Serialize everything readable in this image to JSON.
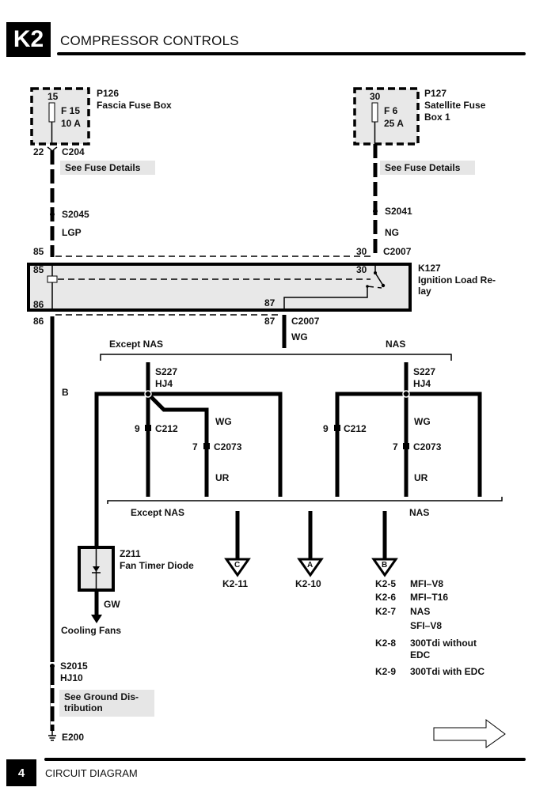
{
  "header": {
    "section_code": "K2",
    "title": "COMPRESSOR CONTROLS"
  },
  "footer": {
    "page_number": "4",
    "title": "CIRCUIT DIAGRAM"
  },
  "fuse_left": {
    "component_id": "P126",
    "component_name": "Fascia Fuse Box",
    "pin": "15",
    "fuse": "F 15",
    "rating": "10 A",
    "connector_pin": "22",
    "connector": "C204",
    "note": "See Fuse Details",
    "splice": "S2045",
    "wire_color": "LGP"
  },
  "fuse_right": {
    "component_id": "P127",
    "component_name_line1": "Satellite Fuse",
    "component_name_line2": "Box 1",
    "pin": "30",
    "fuse": "F 6",
    "rating": "25 A",
    "note": "See Fuse Details",
    "splice": "S2041",
    "wire_color": "NG"
  },
  "relay": {
    "component_id": "K127",
    "name_line1": "Ignition Load Re-",
    "name_line2": "lay",
    "pins": {
      "p85": "85",
      "p86": "86",
      "p30": "30",
      "p87": "87"
    },
    "connector": "C2007",
    "output_wire": "WG"
  },
  "variants": {
    "except_nas": "Except NAS",
    "nas": "NAS"
  },
  "left_branch": {
    "splice": "S227",
    "harness": "HJ4",
    "c212_pin": "9",
    "c212": "C212",
    "wg": "WG",
    "c2073_pin": "7",
    "c2073": "C2073",
    "ur": "UR"
  },
  "right_branch": {
    "splice": "S227",
    "harness": "HJ4",
    "c212_pin": "9",
    "c212": "C212",
    "wg": "WG",
    "c2073_pin": "7",
    "c2073": "C2073",
    "ur": "UR"
  },
  "ground_path": {
    "wire_color": "B",
    "diode_id": "Z211",
    "diode_name": "Fan Timer Diode",
    "gw": "GW",
    "cooling_fans": "Cooling Fans",
    "splice": "S2015",
    "harness": "HJ10",
    "note_line1": "See Ground Dis-",
    "note_line2": "tribution",
    "ground": "E200"
  },
  "references": {
    "c": {
      "letter": "C",
      "page": "K2-11"
    },
    "a": {
      "letter": "A",
      "page": "K2-10"
    },
    "b": {
      "letter": "B",
      "items": [
        {
          "page": "K2-5",
          "desc": "MFI–V8"
        },
        {
          "page": "K2-6",
          "desc": "MFI–T16"
        },
        {
          "page": "K2-7",
          "desc": "NAS"
        },
        {
          "page": "",
          "desc": "SFI–V8"
        },
        {
          "page": "K2-8",
          "desc": "300Tdi without"
        },
        {
          "page": "",
          "desc": "EDC"
        },
        {
          "page": "K2-9",
          "desc": "300Tdi with EDC"
        }
      ]
    }
  },
  "next_page_arrow": "next-page"
}
